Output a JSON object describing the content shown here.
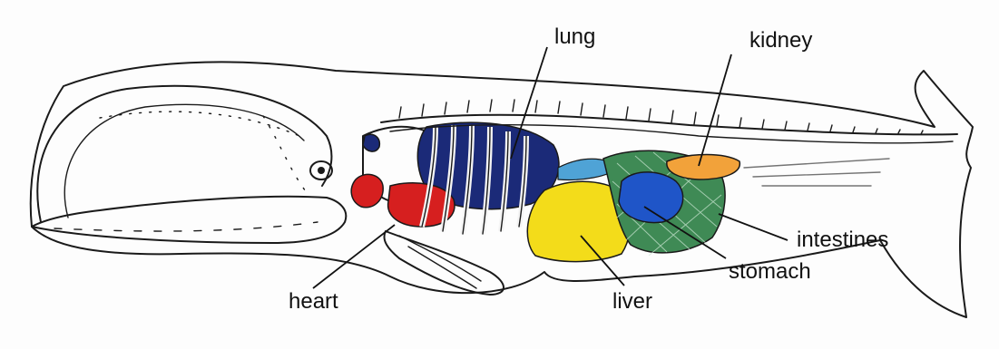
{
  "diagram": {
    "labels": {
      "lung": "lung",
      "kidney": "kidney",
      "intestines": "intestines",
      "stomach": "stomach",
      "liver": "liver",
      "heart": "heart"
    },
    "colors": {
      "lung": "#1b2a78",
      "heart": "#d61f1f",
      "liver": "#f3dc1a",
      "stomach": "#1f55c8",
      "intestines": "#3f8a55",
      "kidney": "#f2a23a",
      "outline": "#1a1a1a"
    }
  }
}
